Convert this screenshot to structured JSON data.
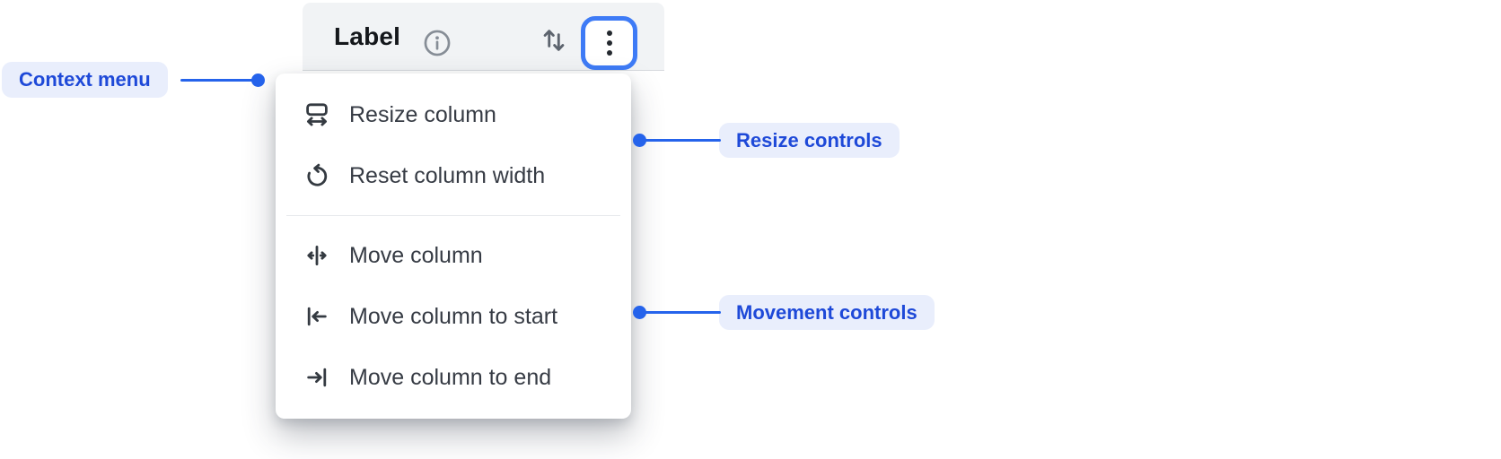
{
  "header": {
    "title": "Label",
    "icons": [
      "info-icon",
      "sort-icon",
      "kebab-menu-icon"
    ]
  },
  "menu": {
    "groups": [
      {
        "name": "resize",
        "items": [
          {
            "icon": "resize-columns-icon",
            "label": "Resize column"
          },
          {
            "icon": "reset-width-icon",
            "label": "Reset column width"
          }
        ]
      },
      {
        "name": "movement",
        "items": [
          {
            "icon": "move-column-icon",
            "label": "Move column"
          },
          {
            "icon": "move-to-start-icon",
            "label": "Move column to start"
          },
          {
            "icon": "move-to-end-icon",
            "label": "Move column to end"
          }
        ]
      }
    ]
  },
  "annotations": [
    {
      "id": "context-menu",
      "label": "Context menu",
      "side": "left"
    },
    {
      "id": "resize-controls",
      "label": "Resize controls",
      "side": "right"
    },
    {
      "id": "movement-controls",
      "label": "Movement controls",
      "side": "right"
    }
  ],
  "colors": {
    "header_bg": "#f1f3f5",
    "focus_ring_blue": "#3e7bf6",
    "annotation_blue": "#2563eb",
    "annotation_text_blue": "#1e49d8",
    "annotation_pill_bg": "#e9eefc",
    "menu_text": "#363b44",
    "icon_gray": "#868d96",
    "sort_gray": "#5d646e"
  }
}
